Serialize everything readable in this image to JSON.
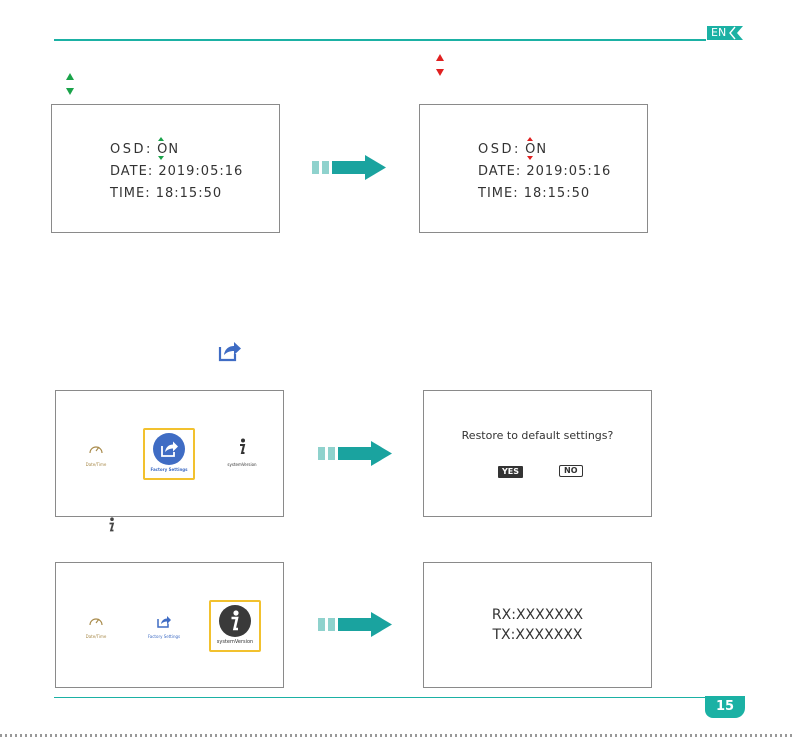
{
  "header": {
    "language_badge": "EN"
  },
  "footer": {
    "page_number": "15"
  },
  "osd_panel_before": {
    "osd_label": "OSD:",
    "osd_value": "ON",
    "date_label": "DATE:",
    "date_value": "2019:05:16",
    "time_label": "TIME:",
    "time_value": "18:15:50"
  },
  "osd_panel_after": {
    "osd_label": "OSD:",
    "osd_value": "ON",
    "date_label": "DATE:",
    "date_value": "2019:05:16",
    "time_label": "TIME:",
    "time_value": "18:15:50"
  },
  "menu_panel_factory": {
    "items": [
      {
        "label": "Date/Time",
        "icon": "speedometer-icon"
      },
      {
        "label": "Factory Settings",
        "icon": "share-icon",
        "selected": true
      },
      {
        "label": "systemVersion",
        "icon": "info-icon"
      }
    ]
  },
  "restore_dialog": {
    "question": "Restore to default settings?",
    "yes_label": "YES",
    "no_label": "NO"
  },
  "menu_panel_version": {
    "items": [
      {
        "label": "Date/Time",
        "icon": "speedometer-icon"
      },
      {
        "label": "Factory Settings",
        "icon": "share-icon"
      },
      {
        "label": "systemVersion",
        "icon": "info-icon",
        "selected": true
      }
    ]
  },
  "version_panel": {
    "rx_line": "RX:XXXXXXX",
    "tx_line": "TX:XXXXXXX"
  },
  "colors": {
    "accent_teal": "#1bb1a4",
    "arrow_teal": "#1aa39f",
    "green_marker": "#1aa34a",
    "red_marker": "#e02020",
    "selection_border": "#f2c12e",
    "icon_blue": "#3f6cc4",
    "date_time_gold": "#a88a4a"
  }
}
